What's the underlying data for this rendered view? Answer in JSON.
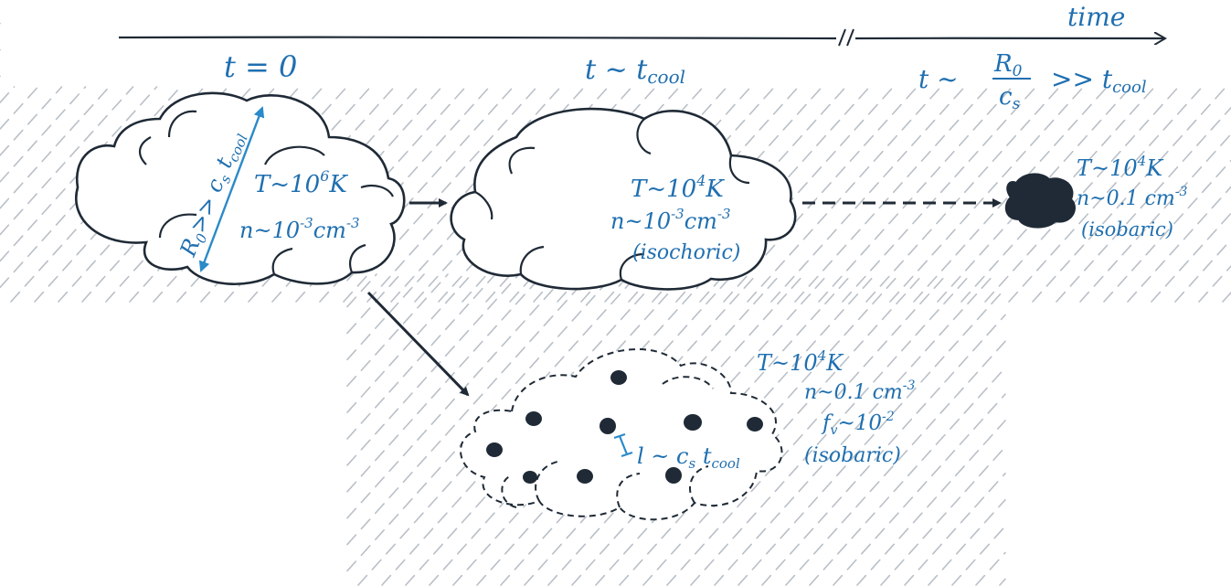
{
  "timeline": {
    "axis_label": "time",
    "t0_label": "t = 0",
    "t_cool_label": "t ~ t",
    "t_cool_sub": "cool",
    "t_late": {
      "prefix": "t ~",
      "num": "R",
      "num_sub": "0",
      "den": "c",
      "den_sub": "s",
      "relation": ">> t",
      "relation_sub": "cool"
    }
  },
  "initial_cloud": {
    "radius_label": {
      "r": "R",
      "r_sub": "0",
      "rel": ">> c",
      "c_sub": "s",
      "t": "t",
      "t_sub": "cool"
    },
    "temperature": {
      "text": "T~10",
      "exp": "6",
      "unit": "K"
    },
    "density": {
      "text": "n~10",
      "exp": "-3",
      "unit": "cm",
      "unit_exp": "-3"
    }
  },
  "cooled_cloud": {
    "temperature": {
      "text": "T~10",
      "exp": "4",
      "unit": "K"
    },
    "density": {
      "text": "n~10",
      "exp": "-3",
      "unit": "cm",
      "unit_exp": "-3"
    },
    "note": "(isochoric)"
  },
  "collapsed_cloud": {
    "temperature": {
      "text": "T~10",
      "exp": "4",
      "unit": "K"
    },
    "density": {
      "text": "n~0.1 cm",
      "exp": "-3"
    },
    "note": "(isobaric)"
  },
  "fragmented_cloud": {
    "temperature": {
      "text": "T~10",
      "exp": "4",
      "unit": "K"
    },
    "density": {
      "text": "n~0.1 cm",
      "exp": "-3"
    },
    "filling": {
      "text": "f",
      "sub": "v",
      "rel": "~10",
      "exp": "-2"
    },
    "note": "(isobaric)",
    "scale_label": {
      "l": "l ~ c",
      "l_sub": "s",
      "t": "t",
      "t_sub": "cool"
    }
  },
  "colors": {
    "ink": "#1f2a36",
    "label_blue": "#1f6fb0",
    "arrow_blue": "#2b8ac9",
    "hatch": "#b9c0c8"
  }
}
